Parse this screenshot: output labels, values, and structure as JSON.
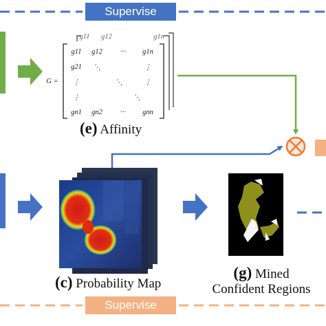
{
  "supervise_top": "Supervise",
  "supervise_bottom": "Supervise",
  "captions": {
    "e": {
      "letter": "(e)",
      "text": "Affinity"
    },
    "c": {
      "letter": "(c)",
      "text": "Probability Map"
    },
    "g": {
      "letter": "(g)",
      "text": "Mined",
      "text2": "Confident Regions"
    }
  },
  "matrix": {
    "lhs": "G =",
    "rows": [
      [
        "g11",
        "g12",
        "···",
        "g1n"
      ],
      [
        "g21",
        "⋱",
        "",
        "⋮"
      ],
      [
        "⋮",
        "",
        "⋱",
        "⋮"
      ],
      [
        "⋮",
        "",
        "",
        "⋱"
      ],
      [
        "gn1",
        "gn2",
        "···",
        "gnn"
      ]
    ],
    "back_top": [
      "g11",
      "g12",
      "g1n"
    ]
  },
  "colors": {
    "blue": "#4472c4",
    "green": "#70ad47",
    "orange": "#f4b183",
    "dark_orange": "#ed7d31"
  },
  "icons": {
    "multiply": "circle-times-icon"
  }
}
